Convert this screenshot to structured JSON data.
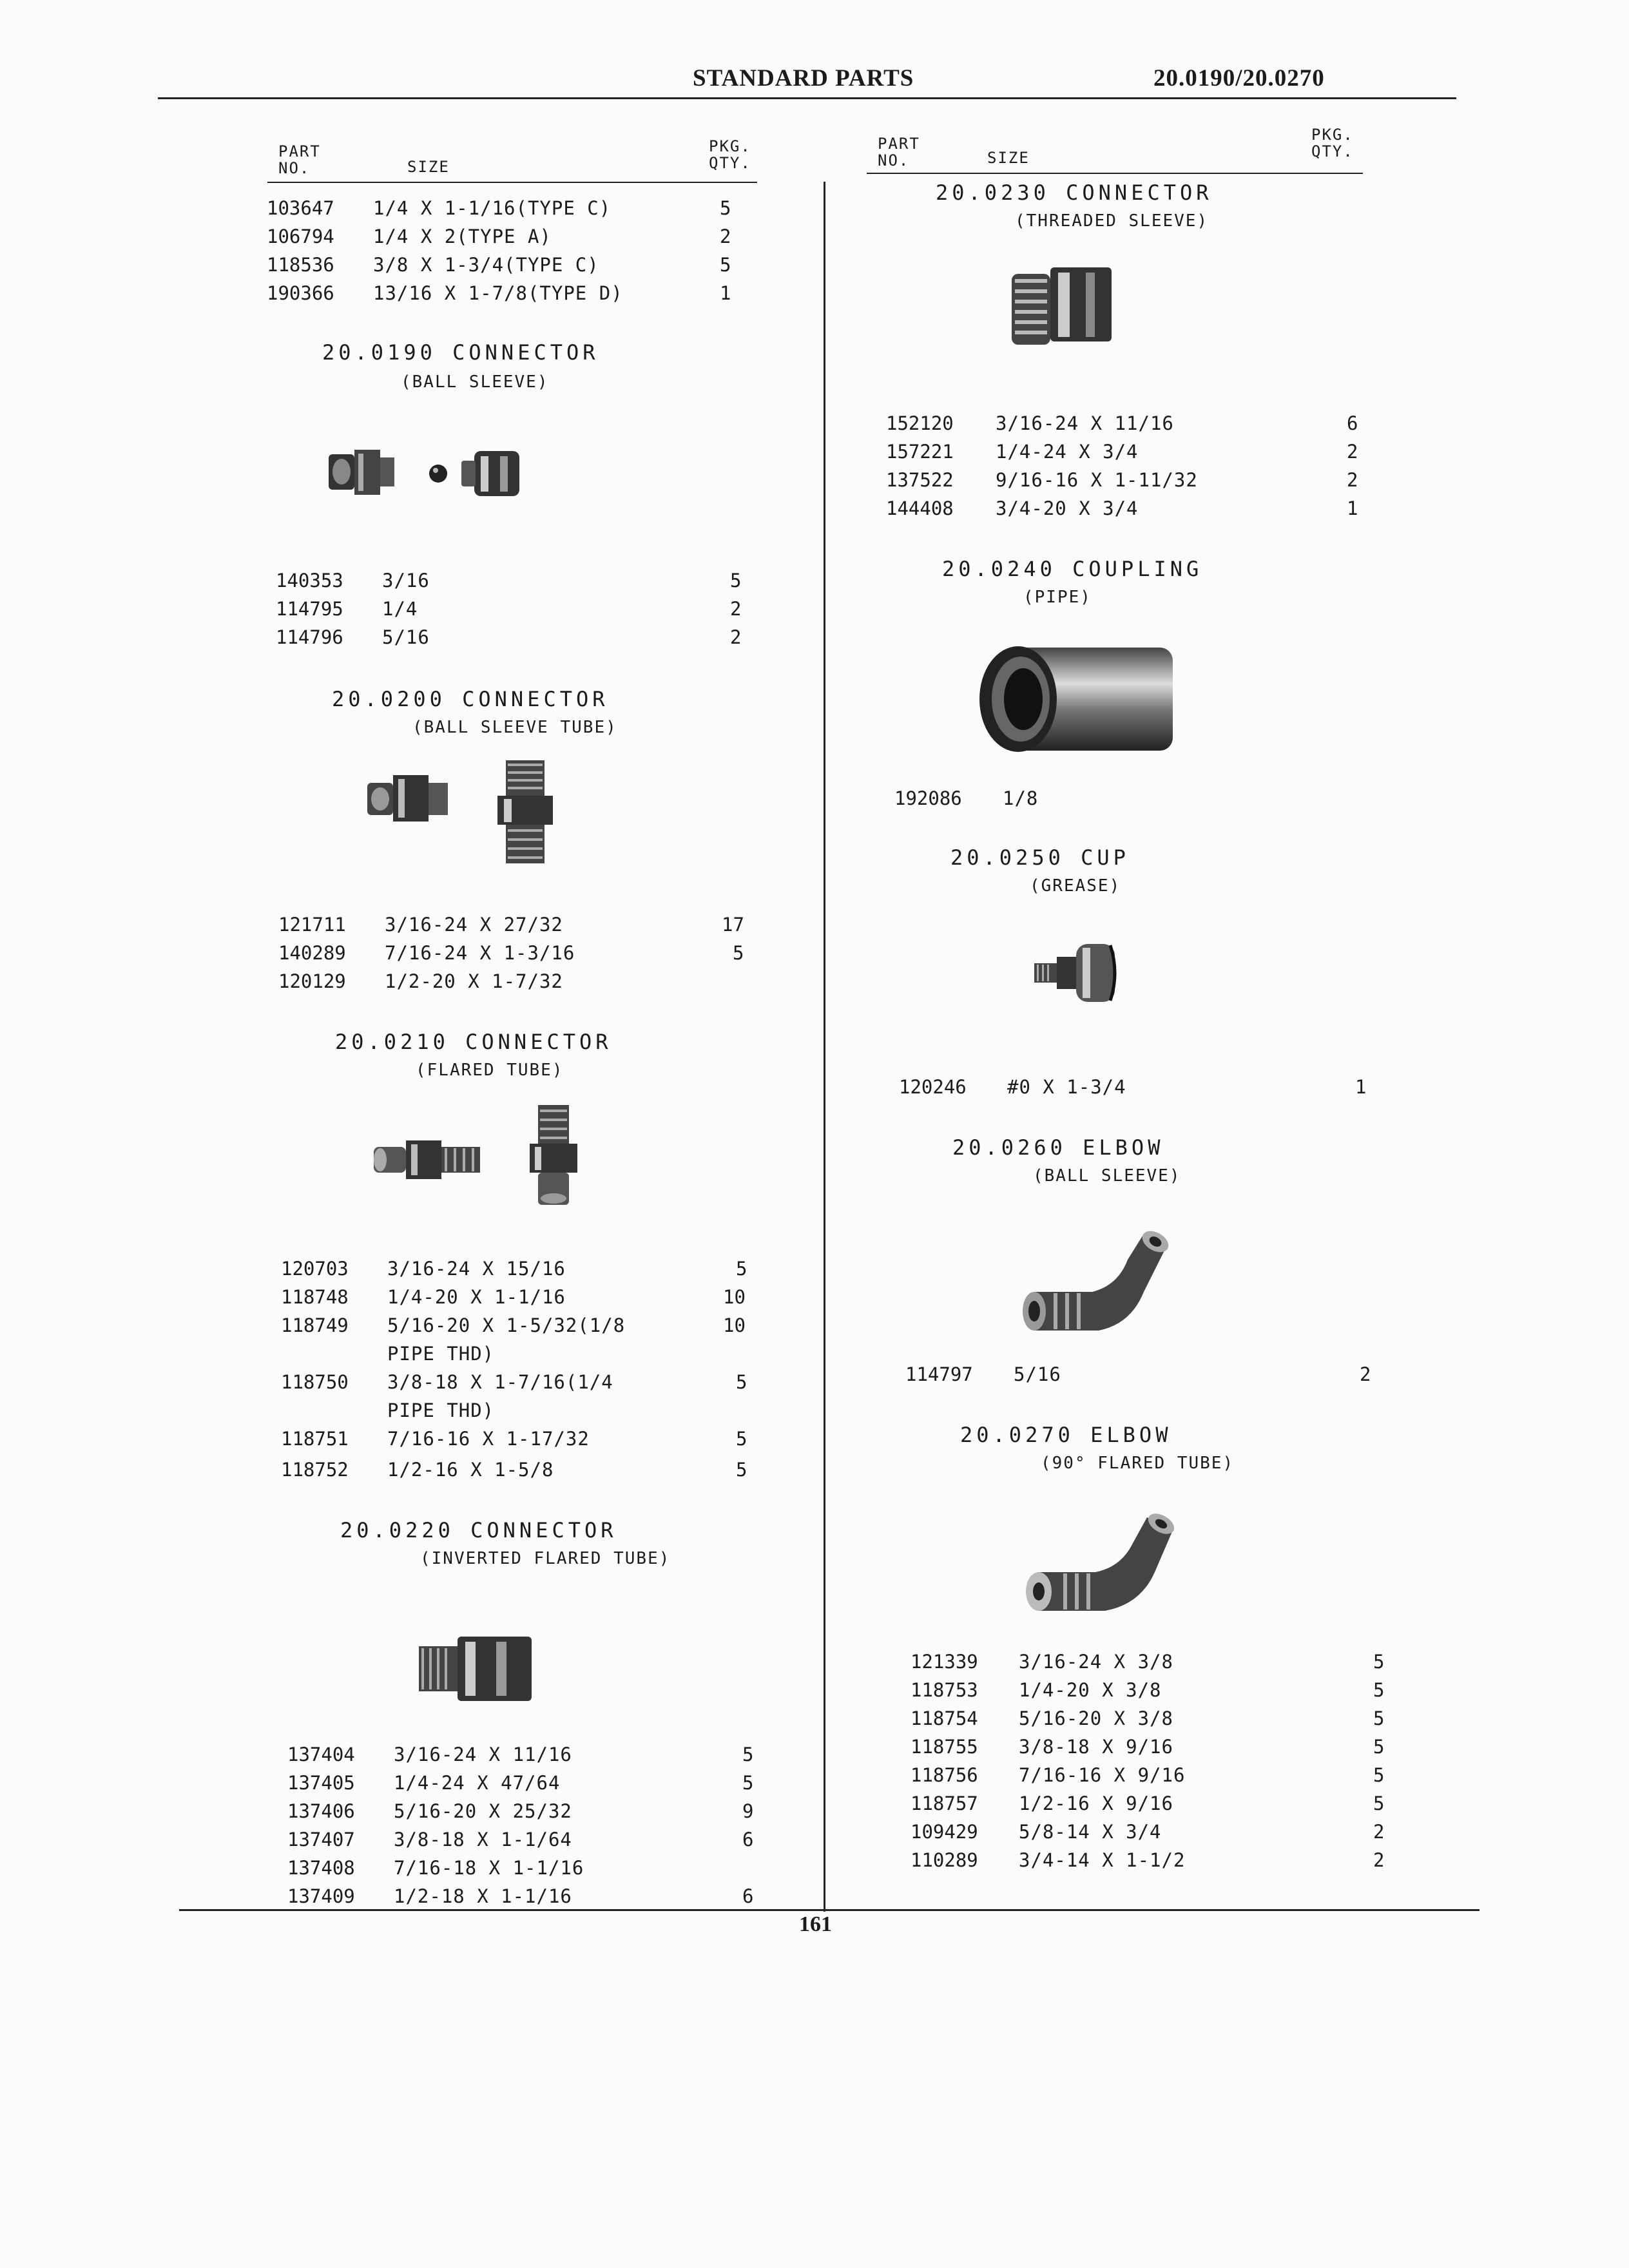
{
  "header": {
    "title": "STANDARD PARTS",
    "range": "20.0190/20.0270"
  },
  "page_number": "161",
  "columns": {
    "part_no": "PART\nNO.",
    "size": "SIZE",
    "pkg_qty": "PKG.\nQTY."
  },
  "left": {
    "top_rows": [
      {
        "part": "103647",
        "size": "1/4 X 1-1/16(TYPE C)",
        "qty": "5"
      },
      {
        "part": "106794",
        "size": "1/4 X 2(TYPE A)",
        "qty": "2"
      },
      {
        "part": "118536",
        "size": "3/8 X 1-3/4(TYPE C)",
        "qty": "5"
      },
      {
        "part": "190366",
        "size": "13/16 X 1-7/8(TYPE D)",
        "qty": "1"
      }
    ],
    "sections": [
      {
        "title": "20.0190 CONNECTOR",
        "subtitle": "(BALL SLEEVE)",
        "icon": "ball-sleeve-connector-icon",
        "rows": [
          {
            "part": "140353",
            "size": "3/16",
            "qty": "5"
          },
          {
            "part": "114795",
            "size": "1/4",
            "qty": "2"
          },
          {
            "part": "114796",
            "size": "5/16",
            "qty": "2"
          }
        ]
      },
      {
        "title": "20.0200 CONNECTOR",
        "subtitle": "(BALL SLEEVE TUBE)",
        "icon": "ball-sleeve-tube-connector-icon",
        "rows": [
          {
            "part": "121711",
            "size": "3/16-24 X 27/32",
            "qty": "17"
          },
          {
            "part": "140289",
            "size": "7/16-24 X 1-3/16",
            "qty": "5"
          },
          {
            "part": "120129",
            "size": "1/2-20 X 1-7/32",
            "qty": ""
          }
        ]
      },
      {
        "title": "20.0210 CONNECTOR",
        "subtitle": "(FLARED TUBE)",
        "icon": "flared-tube-connector-icon",
        "rows": [
          {
            "part": "120703",
            "size": "3/16-24 X 15/16",
            "qty": "5"
          },
          {
            "part": "118748",
            "size": "1/4-20 X 1-1/16",
            "qty": "10"
          },
          {
            "part": "118749",
            "size": "5/16-20 X 1-5/32(1/8",
            "qty": "10"
          },
          {
            "part": "",
            "size": "PIPE THD)",
            "qty": ""
          },
          {
            "part": "118750",
            "size": "3/8-18 X 1-7/16(1/4",
            "qty": "5"
          },
          {
            "part": "",
            "size": "PIPE THD)",
            "qty": ""
          },
          {
            "part": "118751",
            "size": "7/16-16 X 1-17/32",
            "qty": "5"
          },
          {
            "part": "118752",
            "size": "1/2-16 X 1-5/8",
            "qty": "5"
          }
        ]
      },
      {
        "title": "20.0220 CONNECTOR",
        "subtitle": "(INVERTED FLARED TUBE)",
        "icon": "inverted-flared-tube-connector-icon",
        "rows": [
          {
            "part": "137404",
            "size": "3/16-24 X 11/16",
            "qty": "5"
          },
          {
            "part": "137405",
            "size": "1/4-24 X 47/64",
            "qty": "5"
          },
          {
            "part": "137406",
            "size": "5/16-20 X 25/32",
            "qty": "9"
          },
          {
            "part": "137407",
            "size": "3/8-18 X 1-1/64",
            "qty": "6"
          },
          {
            "part": "137408",
            "size": "7/16-18 X 1-1/16",
            "qty": ""
          },
          {
            "part": "137409",
            "size": "1/2-18 X 1-1/16",
            "qty": "6"
          }
        ]
      }
    ]
  },
  "right": {
    "sections": [
      {
        "title": "20.0230 CONNECTOR",
        "subtitle": "(THREADED SLEEVE)",
        "icon": "threaded-sleeve-connector-icon",
        "rows": [
          {
            "part": "152120",
            "size": "3/16-24 X 11/16",
            "qty": "6"
          },
          {
            "part": "157221",
            "size": "1/4-24 X 3/4",
            "qty": "2"
          },
          {
            "part": "137522",
            "size": "9/16-16 X 1-11/32",
            "qty": "2"
          },
          {
            "part": "144408",
            "size": "3/4-20 X 3/4",
            "qty": "1"
          }
        ]
      },
      {
        "title": "20.0240 COUPLING",
        "subtitle": "(PIPE)",
        "icon": "pipe-coupling-icon",
        "rows": [
          {
            "part": "192086",
            "size": "1/8",
            "qty": ""
          }
        ]
      },
      {
        "title": "20.0250 CUP",
        "subtitle": "(GREASE)",
        "icon": "grease-cup-icon",
        "rows": [
          {
            "part": "120246",
            "size": "#0 X 1-3/4",
            "qty": "1"
          }
        ]
      },
      {
        "title": "20.0260 ELBOW",
        "subtitle": "(BALL SLEEVE)",
        "icon": "ball-sleeve-elbow-icon",
        "rows": [
          {
            "part": "114797",
            "size": "5/16",
            "qty": "2"
          }
        ]
      },
      {
        "title": "20.0270 ELBOW",
        "subtitle": "(90° FLARED TUBE)",
        "icon": "flared-tube-elbow-icon",
        "rows": [
          {
            "part": "121339",
            "size": "3/16-24 X 3/8",
            "qty": "5"
          },
          {
            "part": "118753",
            "size": "1/4-20 X 3/8",
            "qty": "5"
          },
          {
            "part": "118754",
            "size": "5/16-20 X 3/8",
            "qty": "5"
          },
          {
            "part": "118755",
            "size": "3/8-18 X 9/16",
            "qty": "5"
          },
          {
            "part": "118756",
            "size": "7/16-16 X 9/16",
            "qty": "5"
          },
          {
            "part": "118757",
            "size": "1/2-16 X 9/16",
            "qty": "5"
          },
          {
            "part": "109429",
            "size": "5/8-14 X 3/4",
            "qty": "2"
          },
          {
            "part": "110289",
            "size": "3/4-14 X 1-1/2",
            "qty": "2"
          }
        ]
      }
    ]
  }
}
